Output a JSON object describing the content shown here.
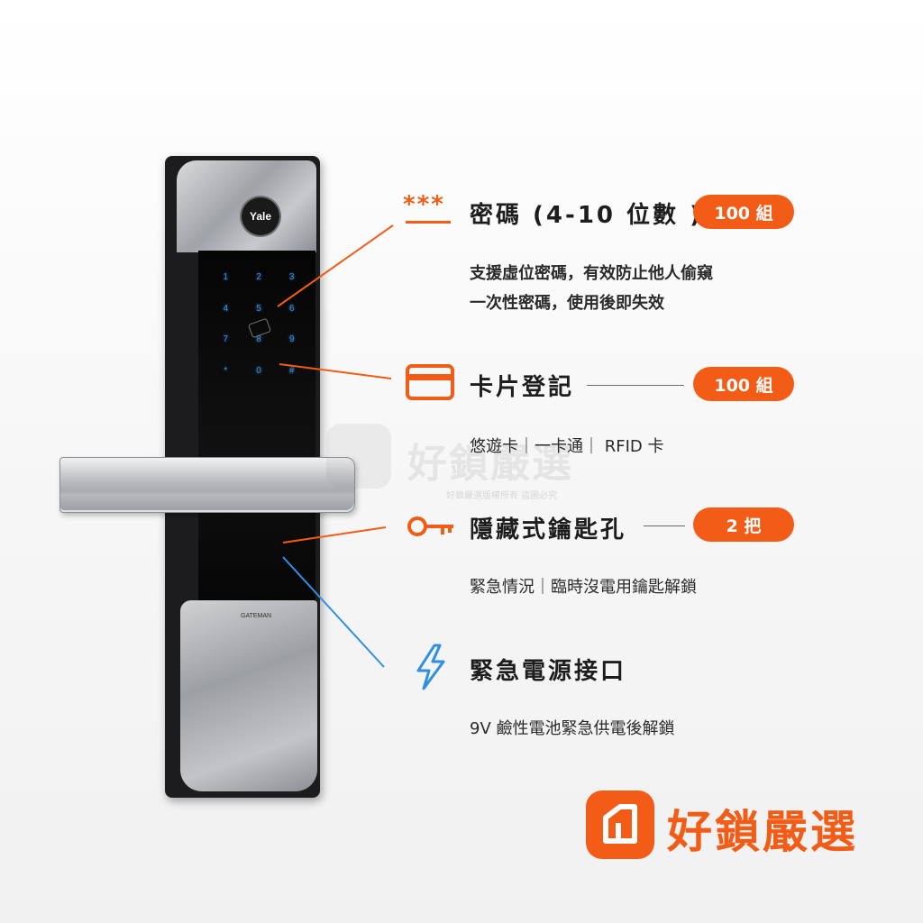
{
  "product": {
    "logo_text": "Yale",
    "brand_plate": "GATEMAN",
    "keypad_keys": [
      "1",
      "2",
      "3",
      "4",
      "5",
      "6",
      "7",
      "8",
      "9",
      "*",
      "0",
      "#"
    ]
  },
  "features": [
    {
      "icon": "password-asterisk-icon",
      "icon_text": "***",
      "title": "密碼 (4-10 位數 )",
      "badge": "100 組",
      "desc": [
        "支援虛位密碼，有效防止他人偷窺",
        "一次性密碼，使用後即失效"
      ]
    },
    {
      "icon": "card-icon",
      "title": "卡片登記",
      "badge": "100 組",
      "desc": [
        "悠遊卡｜一卡通｜ RFID 卡"
      ]
    },
    {
      "icon": "key-icon",
      "title": "隱藏式鑰匙孔",
      "badge": "2 把",
      "desc": [
        "緊急情況｜臨時沒電用鑰匙解鎖"
      ]
    },
    {
      "icon": "lightning-icon",
      "title": "緊急電源接口",
      "desc": [
        "9V 鹼性電池緊急供電後解鎖"
      ]
    }
  ],
  "watermark": {
    "text": "好鎖嚴選",
    "small": "好鎖嚴選版權所有 盜圖必究"
  },
  "brand": {
    "name": "好鎖嚴選"
  },
  "colors": {
    "accent": "#f25c16",
    "power_line": "#2f8fe0",
    "keypad_glow": "#3b8fd8"
  }
}
